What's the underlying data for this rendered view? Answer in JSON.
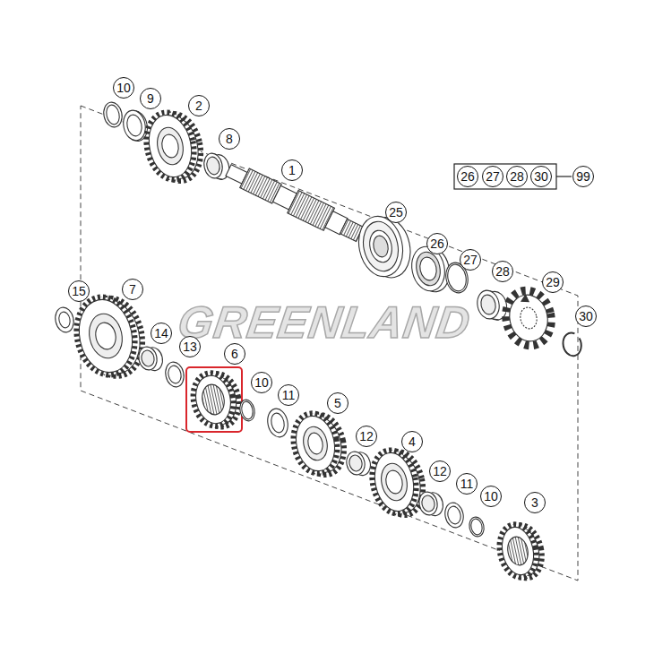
{
  "diagram": {
    "labels": [
      "10",
      "9",
      "2",
      "8",
      "1",
      "26",
      "27",
      "28",
      "30",
      "99",
      "25",
      "26",
      "27",
      "28",
      "29",
      "15",
      "7",
      "30",
      "GREENLAND",
      "14",
      "13",
      "6",
      "10",
      "11",
      "5",
      "12",
      "4",
      "12",
      "11",
      "10",
      "3"
    ]
  }
}
